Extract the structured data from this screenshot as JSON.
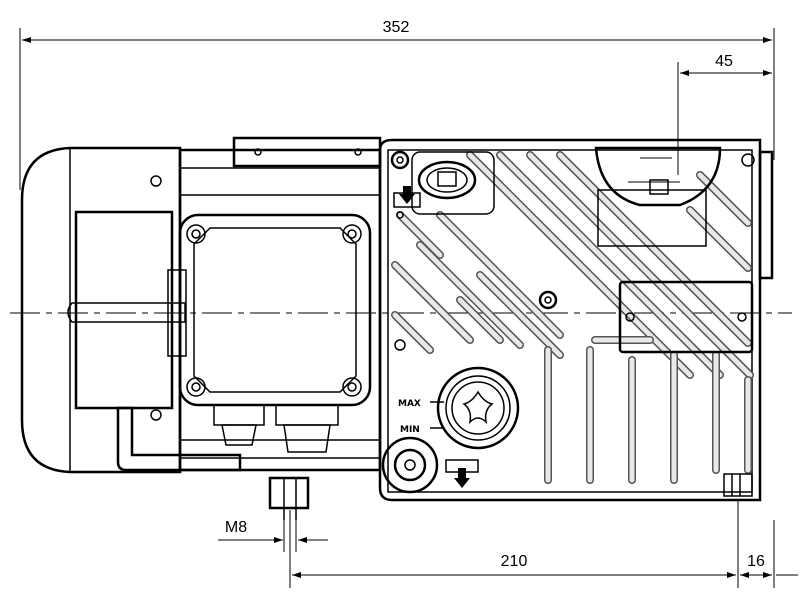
{
  "dimensions": {
    "overall_length": "352",
    "outlet_offset": "45",
    "foot_hole_spacing": "210",
    "foot_to_end": "16",
    "thread": "M8"
  },
  "oil_gauge": {
    "max_label": "MAX",
    "min_label": "MIN"
  }
}
